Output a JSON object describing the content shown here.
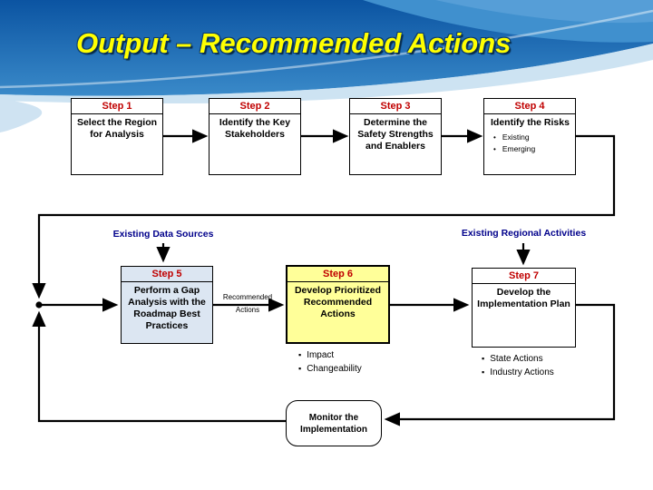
{
  "slide": {
    "title": "Output – Recommended Actions"
  },
  "steps": [
    {
      "label": "Step 1",
      "body": "Select the Region for Analysis"
    },
    {
      "label": "Step 2",
      "body": "Identify the Key Stakeholders"
    },
    {
      "label": "Step 3",
      "body": "Determine the Safety Strengths and Enablers"
    },
    {
      "label": "Step 4",
      "body": "Identify the Risks",
      "bullets": [
        "Existing",
        "Emerging"
      ]
    },
    {
      "label": "Step 5",
      "body": "Perform a Gap Analysis with the Roadmap Best Practices"
    },
    {
      "label": "Step 6",
      "body": "Develop Prioritized Recommended Actions",
      "bullets": [
        "Impact",
        "Changeability"
      ]
    },
    {
      "label": "Step 7",
      "body": "Develop the Implementation Plan",
      "bullets": [
        "State Actions",
        "Industry Actions"
      ]
    }
  ],
  "labels": {
    "existing_data_sources": "Existing Data Sources",
    "existing_regional_activities": "Existing Regional Activities",
    "recommended_actions_line1": "Recommended",
    "recommended_actions_line2": "Actions",
    "monitor": "Monitor the Implementation"
  },
  "colors": {
    "header_blue_dark": "#0b54a2",
    "header_blue_light": "#3a8ac9",
    "title_yellow": "#ffff00",
    "step_header_red": "#c00000",
    "navy_label": "#00008b",
    "step5_fill": "#dce6f2",
    "step6_fill": "#ffff99",
    "connector_black": "#000000"
  }
}
